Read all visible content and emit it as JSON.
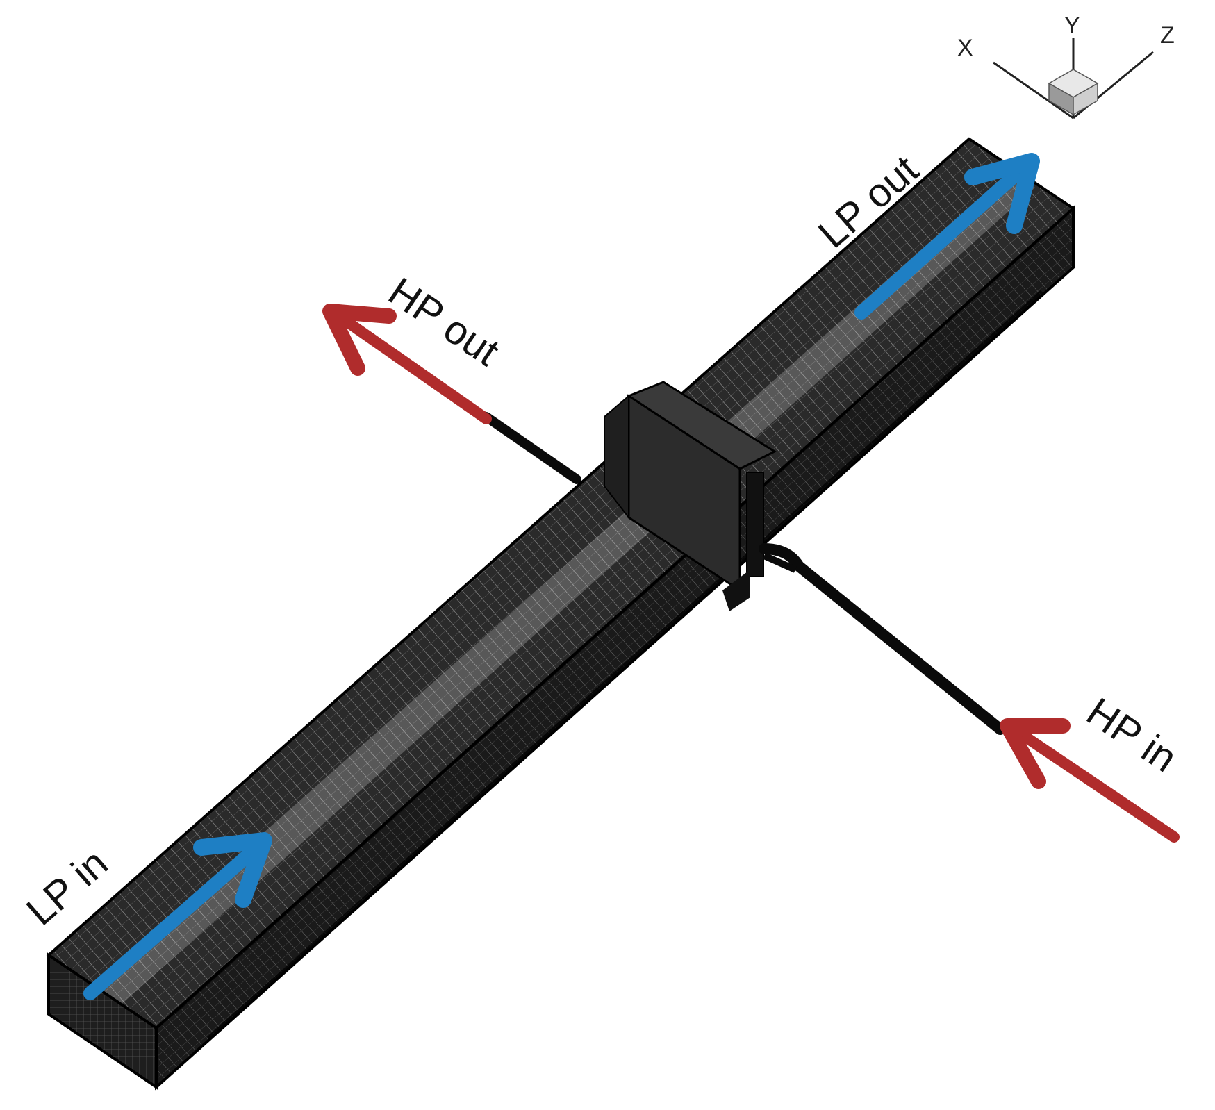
{
  "labels": {
    "lp_in": "LP in",
    "lp_out": "LP out",
    "hp_out": "HP out",
    "hp_in": "HP in"
  },
  "axes": {
    "x": "X",
    "y": "Y",
    "z": "Z"
  },
  "colors": {
    "lp_flow": "#1e7fc4",
    "hp_flow": "#b02c2c",
    "mesh_dark": "#141414",
    "mesh_light": "#d8d8d8",
    "tube": "#0a0a0a"
  }
}
